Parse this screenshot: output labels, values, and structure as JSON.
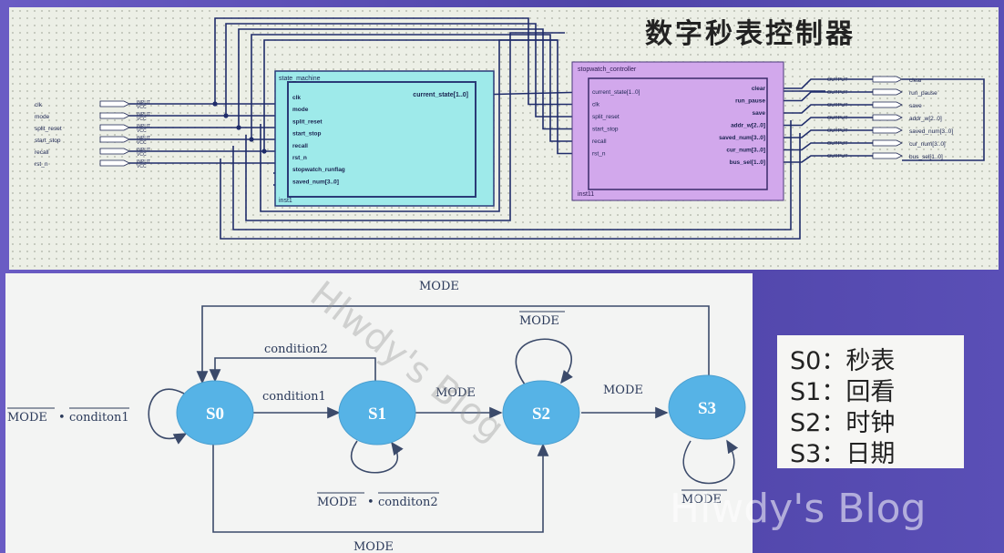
{
  "schematic": {
    "title": "数字秒表控制器",
    "input_pins": [
      "clk",
      "mode",
      "split_reset",
      "start_stop",
      "recall",
      "rst_n"
    ],
    "input_tag": "INPUT",
    "vcc_tag": "VCC",
    "state_machine": {
      "name": "state_machine",
      "instance": "inst1",
      "ports_in": [
        "clk",
        "mode",
        "split_reset",
        "start_stop",
        "recall",
        "rst_n",
        "stopwatch_runflag",
        "saved_num[3..0]"
      ],
      "port_out": "current_state[1..0]"
    },
    "controller": {
      "name": "stopwatch_controller",
      "instance": "inst11",
      "ports_in": [
        "current_state[1..0]",
        "clk",
        "split_reset",
        "start_stop",
        "recall",
        "rst_n"
      ],
      "ports_out": [
        "clear",
        "run_pause",
        "save",
        "addr_w[2..0]",
        "saved_num[3..0]",
        "cur_num[3..0]",
        "bus_sel[1..0]"
      ]
    },
    "output_tag": "OUTPUT",
    "output_pins": [
      "clear",
      "run_pause",
      "save",
      "addr_w[2..0]",
      "saved_num[3..0]",
      "cur_num[3..0]",
      "bus_sel[1..0]"
    ]
  },
  "fsm": {
    "states": [
      "S0",
      "S1",
      "S2",
      "S3"
    ],
    "labels": {
      "mode_top": "MODE",
      "mode_bottom": "MODE",
      "cond2_back": "condition2",
      "cond1": "condition1",
      "mode_s1_s2": "MODE",
      "mode_s2_s3": "MODE",
      "s0_self_a": "MODE",
      "s0_self_dot": "•",
      "s0_self_b": "conditon1",
      "s1_self_a": "MODE",
      "s1_self_dot": "•",
      "s1_self_b": "conditon2",
      "s2_self": "MODE",
      "s3_self": "MODE"
    }
  },
  "legend": [
    "S0：秒表",
    "S1：回看",
    "S2：时钟",
    "S3：日期"
  ],
  "watermarks": {
    "diagonal": "Hlwdy's Blog",
    "corner": "Hlwdy's Blog"
  },
  "colors": {
    "state_fill": "#56b3e6",
    "state_machine_fill": "#9eeaea",
    "controller_fill": "#d2a8ec",
    "wire": "#1f2c6a"
  }
}
